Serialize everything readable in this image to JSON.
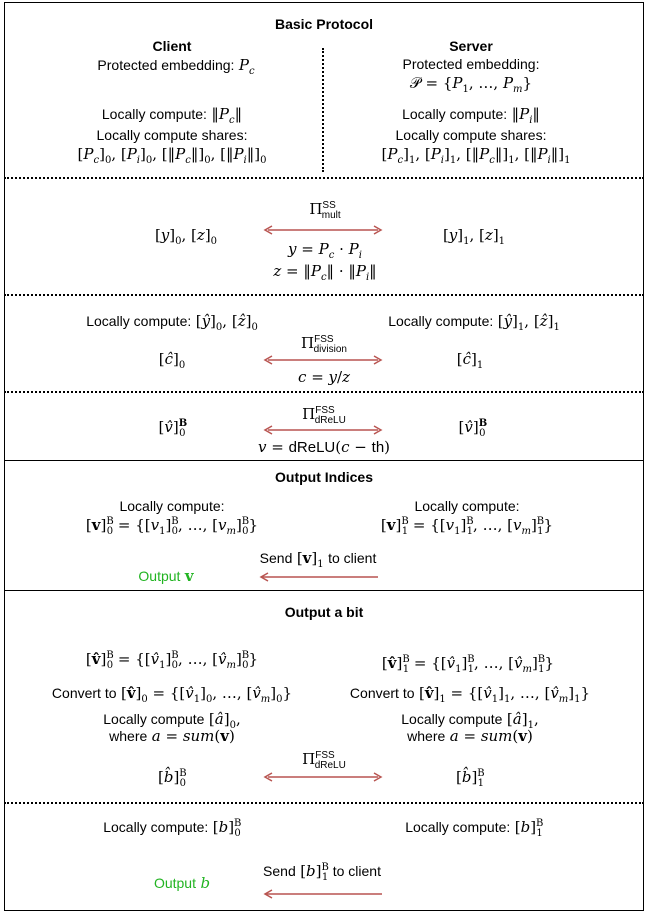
{
  "title": "Basic Protocol",
  "client_label": "Client",
  "server_label": "Server",
  "setup": {
    "client_embedding_label": "Protected embedding:",
    "client_embedding_sym": "Pc",
    "server_embedding_label": "Protected embedding:",
    "server_embedding_set": "𝒫 = {P₁, …, Pₘ}",
    "client_norm": "Locally compute: ‖Pc‖",
    "server_norm": "Locally compute: ‖Pi‖",
    "client_shares_label": "Locally compute shares:",
    "client_shares": "[Pc]₀, [Pi]₀, [‖Pc‖]₀, [‖Pi‖]₀",
    "server_shares_label": "Locally compute shares:",
    "server_shares": "[Pc]₁, [Pi]₁, [‖Pc‖]₁, [‖Pi‖]₁"
  },
  "mult": {
    "protocol": "Π",
    "protocol_sup": "SS",
    "protocol_sub": "mult",
    "client_vals": "[y]₀, [z]₀",
    "server_vals": "[y]₁, [z]₁",
    "eq1": "y = Pc · Pi",
    "eq2": "z = ‖Pc‖ · ‖Pi‖"
  },
  "division": {
    "client_compute": "Locally compute: [ŷ]₀, [ẑ]₀",
    "server_compute": "Locally compute: [ŷ]₁, [ẑ]₁",
    "protocol": "Π",
    "protocol_sup": "FSS",
    "protocol_sub": "division",
    "client_val": "[ĉ]₀",
    "server_val": "[ĉ]₁",
    "eq": "c = y/z"
  },
  "drelu": {
    "protocol": "Π",
    "protocol_sup": "FSS",
    "protocol_sub": "dReLU",
    "client_val": "[v̂]",
    "client_sub": "0",
    "client_sup": "B",
    "server_val": "[v̂]",
    "server_sub": "0",
    "server_sup": "B",
    "eq": "v = dReLU(c − th)"
  },
  "output_indices": {
    "title": "Output Indices",
    "client_label": "Locally compute:",
    "client_expr": "[v]₀ᴮ = {[v₁]₀ᴮ, …, [vₘ]₀ᴮ}",
    "server_label": "Locally compute:",
    "server_expr": "[v]₁ᴮ = {[v₁]₁ᴮ, …, [vₘ]₁ᴮ}",
    "send_label": "Send [v]₁ to client",
    "output_label": "Output",
    "output_var": "v"
  },
  "output_bit": {
    "title": "Output a bit",
    "client_expr": "[v̂]₀ᴮ = {[v̂₁]₀ᴮ, …, [v̂ₘ]₀ᴮ}",
    "server_expr": "[v̂]₁ᴮ = {[v̂₁]₁ᴮ, …, [v̂ₘ]₁ᴮ}",
    "client_convert": "Convert to [v̂]₀ = {[v̂₁]₀, …, [v̂ₘ]₀}",
    "server_convert": "Convert to [v̂]₁ = {[v̂₁]₁, …, [v̂ₘ]₁}",
    "client_compute": "Locally compute [â]₀,",
    "server_compute": "Locally compute [â]₁,",
    "where": "where a = sum(v)",
    "protocol": "Π",
    "protocol_sup": "FSS",
    "protocol_sub": "dReLU",
    "client_b": "[b̂]₀ᴮ",
    "server_b": "[b̂]₁ᴮ",
    "client_final": "Locally compute: [b]₀ᴮ",
    "server_final": "Locally compute: [b]₁ᴮ",
    "send_label": "Send [b]₁ᴮ to client",
    "output_label": "Output",
    "output_var": "b"
  },
  "colors": {
    "arrow": "#b85450",
    "output_green": "#22b422"
  }
}
